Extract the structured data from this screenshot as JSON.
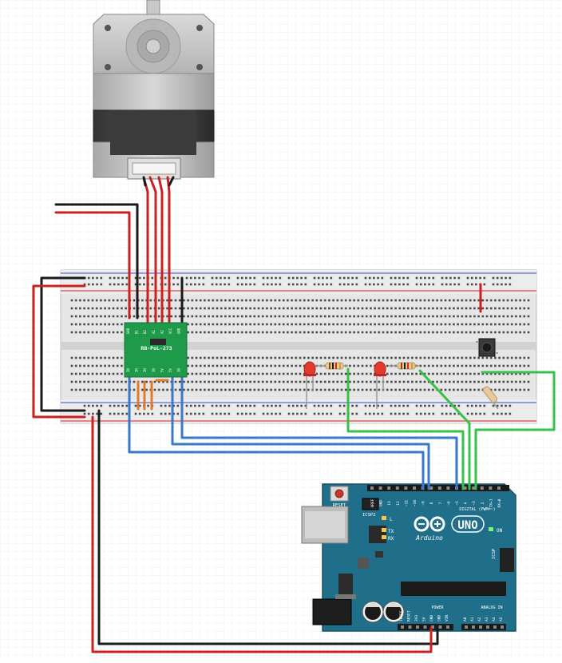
{
  "driver": {
    "label": "RB-PoL-273",
    "pins_top": [
      "GND",
      "B1",
      "B2",
      "A1",
      "A2",
      "VCC",
      "GND"
    ],
    "pins_bottom": [
      "IN",
      "IN",
      "IN",
      "IN",
      "5V",
      "5V",
      "IN"
    ]
  },
  "arduino": {
    "brand": "Arduino",
    "model": "UNO",
    "reset_label": "RESET",
    "icsp2_label": "ICSP2",
    "icsp_label": "ICSP",
    "on_label": "ON",
    "l_label": "L",
    "tx_label": "TX",
    "rx_label": "RX",
    "digital_label": "DIGITAL (PWM=~)",
    "power_label": "POWER",
    "analog_label": "ANALOG IN",
    "digital_pins": [
      "AREF",
      "GND",
      "13",
      "12",
      "~11",
      "~10",
      "~9",
      "8",
      "7",
      "~6",
      "~5",
      "4",
      "~3",
      "2",
      "TX▸1",
      "RX◂0"
    ],
    "power_pins": [
      "IOREF",
      "RESET",
      "3V3",
      "5V",
      "GND",
      "GND",
      "VIN"
    ],
    "analog_pins": [
      "A0",
      "A1",
      "A2",
      "A3",
      "A4",
      "A5"
    ]
  },
  "colors": {
    "wire_red": "#cc2020",
    "wire_black": "#1a1a1a",
    "wire_blue": "#3a78c8",
    "wire_green": "#38c048",
    "wire_orange": "#e07b2a",
    "board_teal": "#1f6f8b",
    "pcb_green": "#1f9a4a",
    "motor_body": "#bfbfbf"
  }
}
